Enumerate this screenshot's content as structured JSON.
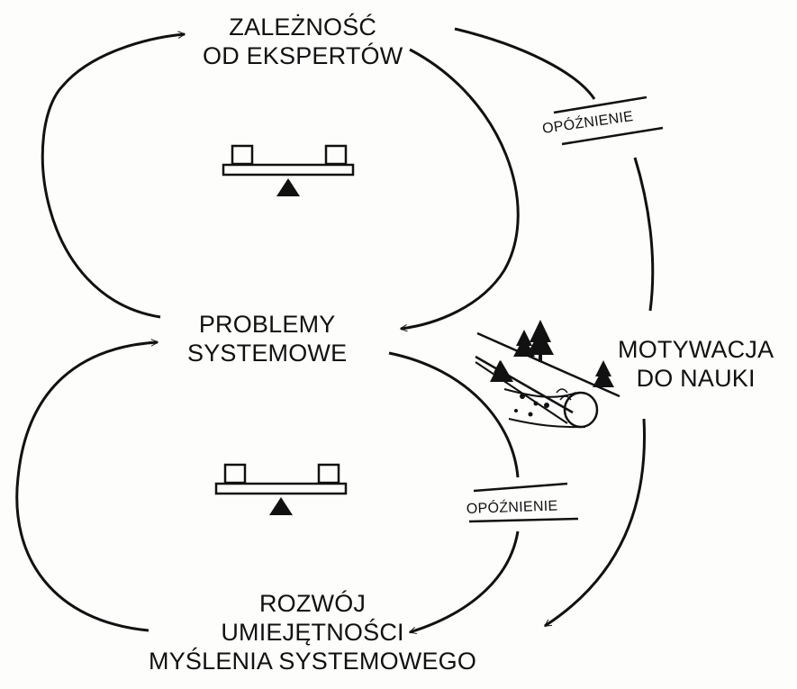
{
  "nodes": {
    "expert_dependence": {
      "lines": [
        "ZALEŻNOŚĆ",
        "OD EKSPERTÓW"
      ]
    },
    "system_problems": {
      "lines": [
        "PROBLEMY",
        "SYSTEMOWE"
      ]
    },
    "systems_thinking": {
      "lines": [
        "ROZWÓJ",
        "UMIEJĘTNOŚCI",
        "MYŚLENIA SYSTEMOWEGO"
      ]
    },
    "learning_motivation": {
      "lines": [
        "MOTYWACJA",
        "DO NAUKI"
      ]
    }
  },
  "delays": {
    "upper": "OPÓŹNIENIE",
    "lower": "OPÓŹNIENIE"
  },
  "loop_symbols": [
    "balance-seesaw-icon",
    "balance-seesaw-icon"
  ],
  "illustration": "downhill-snowball-icon"
}
